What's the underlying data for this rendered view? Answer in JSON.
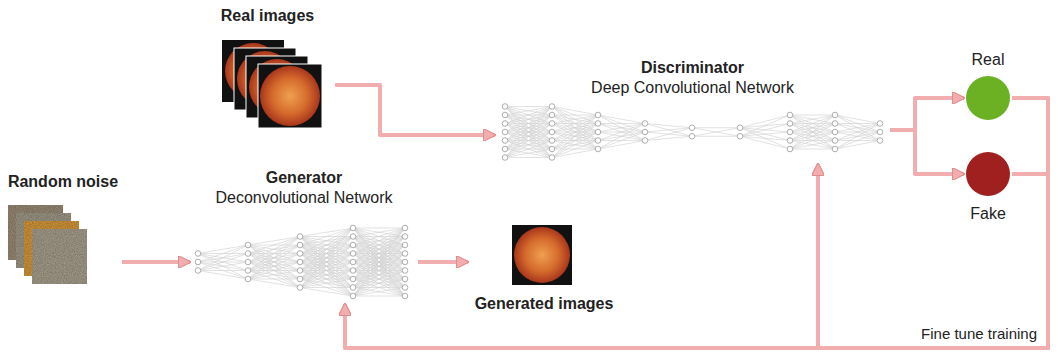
{
  "diagram": {
    "nodes": [
      {
        "text": [
          "Real images"
        ]
      },
      {
        "text": [
          "Random noise"
        ]
      },
      {
        "text": [
          "Generator",
          "Deconvolutional Network"
        ]
      },
      {
        "text": [
          "Generated images"
        ]
      },
      {
        "text": [
          "Discriminator",
          "Deep Convolutional Network"
        ]
      },
      {
        "text": [
          "Real"
        ]
      },
      {
        "text": [
          "Fake"
        ]
      }
    ],
    "edges": [
      {
        "from": 0,
        "to": 4,
        "arrow": "to"
      },
      {
        "from": 1,
        "to": 2,
        "arrow": "to"
      },
      {
        "from": 2,
        "to": 3,
        "arrow": "to"
      },
      {
        "from": 4,
        "to": 5,
        "arrow": "to"
      },
      {
        "from": 4,
        "to": 6,
        "arrow": "to"
      },
      {
        "from": 5,
        "to": 2,
        "label": "Fine tune training",
        "arrow": "to"
      },
      {
        "from": 5,
        "to": 4,
        "arrow": "to"
      },
      {
        "from": 6,
        "to": 2,
        "arrow": "to"
      },
      {
        "from": 6,
        "to": 4,
        "arrow": "to"
      }
    ]
  }
}
